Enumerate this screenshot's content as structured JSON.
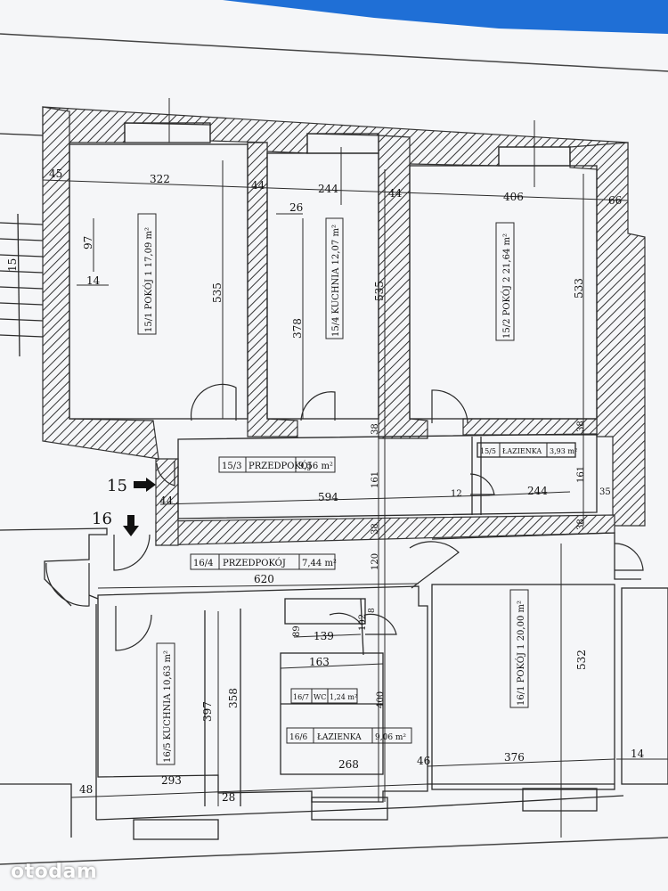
{
  "colors": {
    "paper": "#f5f6f8",
    "ink": "#2a2a2a",
    "hatch": "#333333",
    "top_blue": "#1f6fd6"
  },
  "units": {
    "u15": {
      "label": "15",
      "rooms": {
        "pokoj1": "15/1 POKÓJ 1 17,09 m²",
        "kuchnia": "15/4 KUCHNIA 12,07 m²",
        "pokoj2": "15/2 POKÓJ 2 21,64 m²",
        "przedpokoj": {
          "code": "15/3",
          "name": "PRZEDPOKÓJ",
          "area": "9,56 m²"
        },
        "lazienka": {
          "code": "15/5",
          "name": "ŁAZIENKA",
          "area": "3,93 m²"
        }
      }
    },
    "u16": {
      "label": "16",
      "rooms": {
        "przedpokoj": {
          "code": "16/4",
          "name": "PRZEDPOKÓJ",
          "area": "7,44 m²"
        },
        "kuchnia": "16/5 KUCHNIA 10,63 m²",
        "pokoj1": "16/1 POKÓJ 1 20,00 m²",
        "wc": {
          "code": "16/7",
          "name": "WC",
          "area": "1,24 m²"
        },
        "lazienka": {
          "code": "16/6",
          "name": "ŁAZIENKA",
          "area": "9,06 m²"
        }
      }
    }
  },
  "dims": {
    "d45": "45",
    "d322": "322",
    "d44a": "44",
    "d244a": "244",
    "d44b": "44",
    "d406": "406",
    "d66": "66",
    "d26": "26",
    "d97": "97",
    "d14a": "14",
    "d15": "15",
    "d535a": "535",
    "d378": "378",
    "d535b": "535",
    "d533": "533",
    "d38a": "38",
    "d161a": "161",
    "d38b": "38",
    "d161b": "161",
    "d35": "35",
    "d44c": "44",
    "d594": "594",
    "d12": "12",
    "d244b": "244",
    "d38c": "38",
    "d120": "120",
    "d620": "620",
    "d89": "89",
    "d139": "139",
    "d102": "102",
    "d8": "8",
    "d163": "163",
    "d397": "397",
    "d358": "358",
    "d400": "400",
    "d532": "532",
    "d48": "48",
    "d293": "293",
    "d28": "28",
    "d268": "268",
    "d46": "46",
    "d376": "376",
    "d14b": "14"
  },
  "watermark": "otodam"
}
